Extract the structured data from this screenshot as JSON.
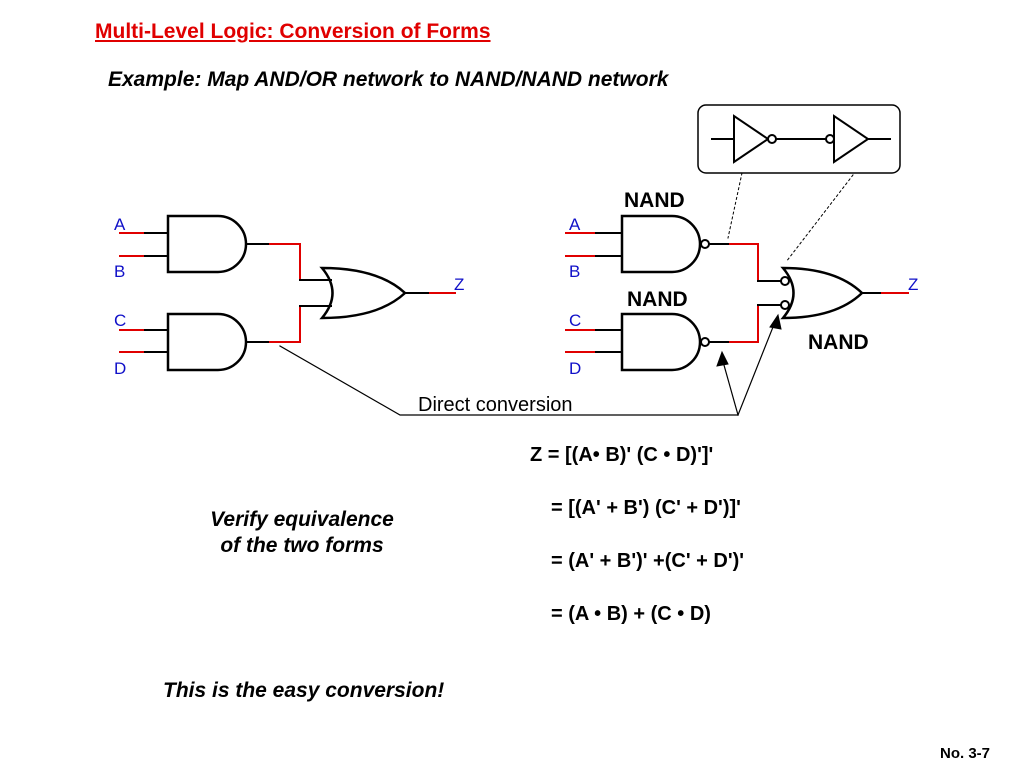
{
  "slide": {
    "title": "Multi-Level Logic: Conversion of Forms",
    "subtitle": "Example: Map AND/OR network to NAND/NAND network",
    "page_number": "No. 3-7"
  },
  "left_circuit": {
    "inputs": [
      "A",
      "B",
      "C",
      "D"
    ],
    "output": "Z"
  },
  "right_circuit": {
    "inputs": [
      "A",
      "B",
      "C",
      "D"
    ],
    "output": "Z",
    "gate_labels": [
      "NAND",
      "NAND",
      "NAND"
    ]
  },
  "callout": {
    "label": "Direct conversion"
  },
  "equations": [
    "Z = [(A• B)' (C • D)']'",
    "= [(A' + B') (C' + D')]'",
    "= (A' + B')' +(C' + D')'",
    "= (A • B) + (C • D)"
  ],
  "notes": {
    "verify_line1": "Verify equivalence",
    "verify_line2": "of the two forms",
    "easy": "This is the easy conversion!"
  },
  "colors": {
    "title": "#e00000",
    "wire_accent": "#e00000",
    "signal_label": "#1010c8"
  }
}
